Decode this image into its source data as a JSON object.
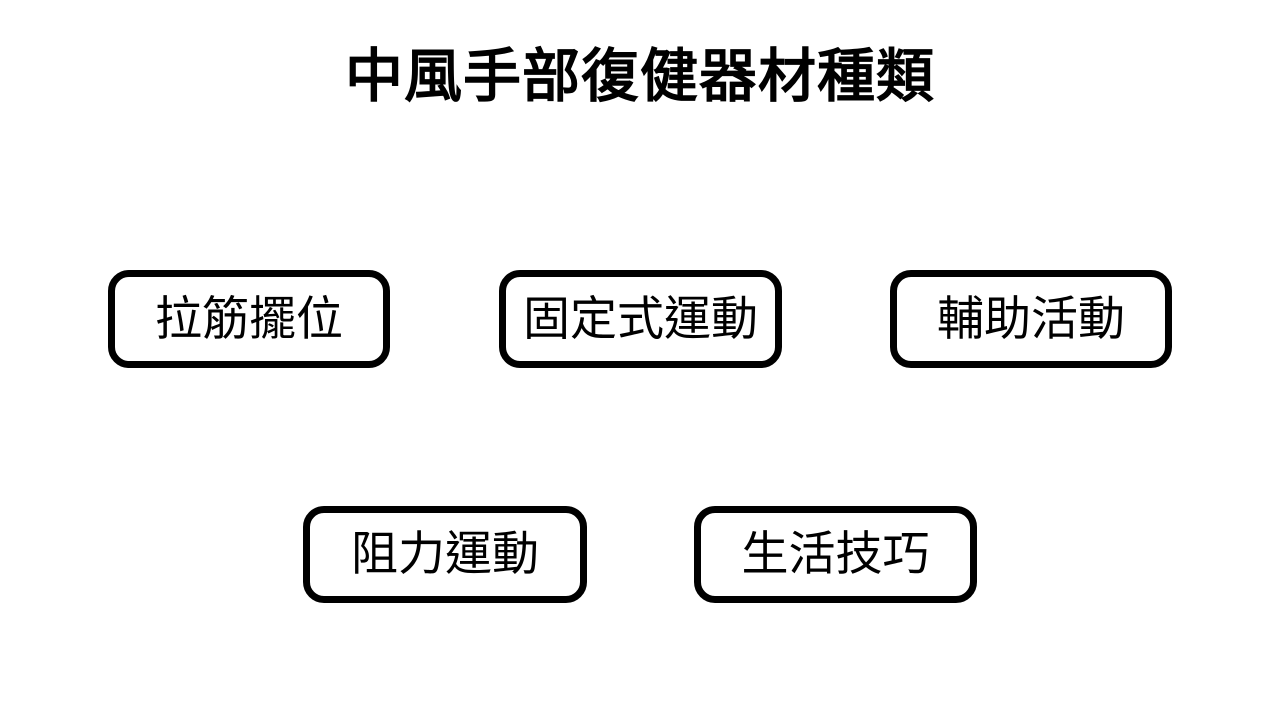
{
  "slide": {
    "background_color": "#ffffff",
    "title": "中風手部復健器材種類",
    "text_color": "#000000",
    "border_color": "#000000"
  },
  "nodes": [
    {
      "id": "stretching-positioning",
      "label": "拉筋擺位",
      "row": 1,
      "column": 1
    },
    {
      "id": "stationary-exercise",
      "label": "固定式運動",
      "row": 1,
      "column": 2
    },
    {
      "id": "assisted-activity",
      "label": "輔助活動",
      "row": 1,
      "column": 3
    },
    {
      "id": "resistance-exercise",
      "label": "阻力運動",
      "row": 2,
      "column": 1
    },
    {
      "id": "daily-living-skills",
      "label": "生活技巧",
      "row": 2,
      "column": 2
    }
  ]
}
